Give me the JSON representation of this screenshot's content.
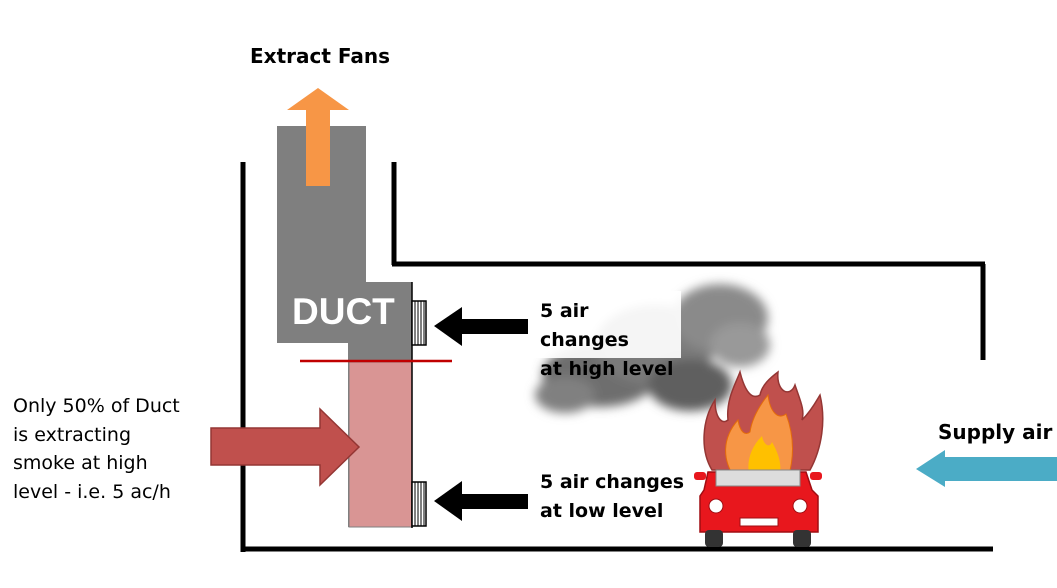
{
  "labels": {
    "extract_fans": "Extract Fans",
    "duct": "DUCT",
    "supply_air": "Supply air",
    "note_line1": "Only 50% of Duct",
    "note_line2": "is extracting",
    "note_line3": "smoke at high",
    "note_line4": "level - i.e. 5 ac/h",
    "high_line1": "5 air changes",
    "high_line2": "at high level",
    "low_line1": "5 air changes",
    "low_line2": "at low level"
  },
  "colors": {
    "duct_grey": "#7f7f7f",
    "duct_lower_pink": "#d99594",
    "extract_arrow": "#f79646",
    "note_arrow": "#c0504d",
    "supply_arrow": "#4bacc6",
    "divider_red": "#c00000",
    "car_red": "#e8171d",
    "flame_outer": "#c0504d",
    "flame_mid": "#f79646",
    "flame_inner": "#ffc000"
  },
  "icons": [
    "extract-arrow-icon",
    "flow-arrow-icon",
    "supply-arrow-icon",
    "smoke-cloud-icon",
    "fire-icon",
    "car-icon",
    "grille-icon"
  ]
}
